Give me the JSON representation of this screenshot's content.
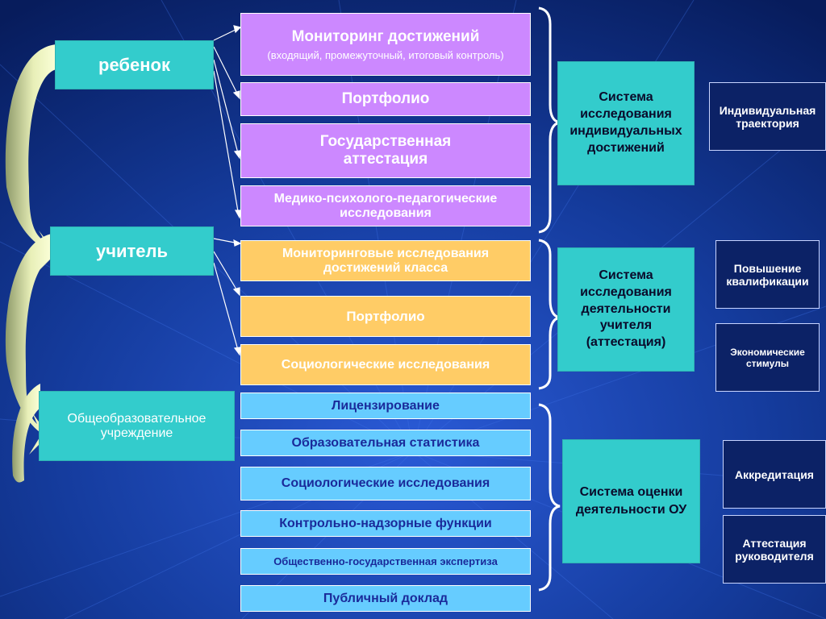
{
  "entities": {
    "child": "ребенок",
    "teacher": "учитель",
    "school": "Общеобразовательное учреждение"
  },
  "child_methods": {
    "monitoring_title": "Мониторинг достижений",
    "monitoring_sub": "(входящий, промежуточный, итоговый контроль)",
    "portfolio": "Портфолио",
    "state_attestation": "Государственная аттестация",
    "medical": "Медико-психолого-педагогические исследования"
  },
  "teacher_methods": {
    "class_monitoring": "Мониторинговые исследования достижений класса",
    "portfolio": "Портфолио",
    "sociological": "Социологические исследования"
  },
  "school_methods": {
    "licensing": "Лицензирование",
    "statistics": "Образовательная статистика",
    "sociological": "Социологические исследования",
    "control": "Контрольно-надзорные функции",
    "expertise": "Общественно-государственная экспертиза",
    "public_report": "Публичный доклад"
  },
  "systems": {
    "child": "Система исследования индивидуальных достижений",
    "teacher": "Система исследования деятельности учителя (аттестация)",
    "school": "Система оценки деятельности ОУ"
  },
  "outcomes": {
    "trajectory": "Индивидуальная траектория",
    "qualification": "Повышение квалификации",
    "economic": "Экономические стимулы",
    "accreditation": "Аккредитация",
    "head_attestation": "Аттестация руководителя"
  },
  "colors": {
    "teal": "#33cccc",
    "violet": "#cc88ff",
    "orange": "#ffcc66",
    "cyan": "#66ccff",
    "navy": "#0c2266"
  }
}
